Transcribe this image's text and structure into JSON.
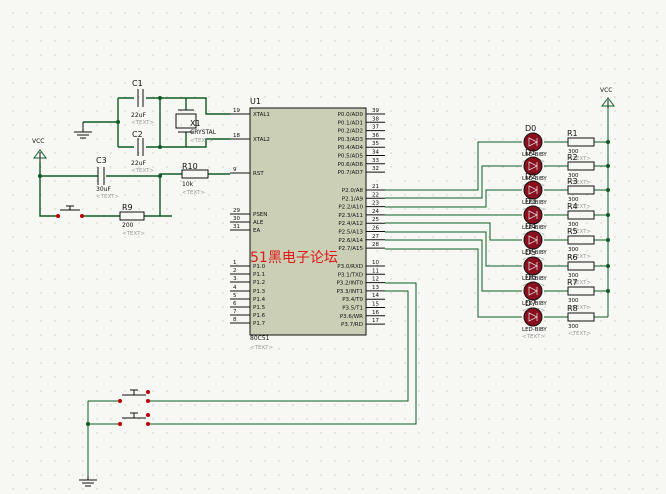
{
  "watermark": "51黑电子论坛",
  "placeholder_text": "<TEXT>",
  "power": {
    "vcc_left": "VCC",
    "vcc_right": "VCC"
  },
  "mcu": {
    "ref": "U1",
    "part": "80C51",
    "left_pins": [
      {
        "num": "19",
        "name": "XTAL1"
      },
      {
        "num": "18",
        "name": "XTAL2"
      },
      {
        "num": "9",
        "name": "RST"
      },
      {
        "num": "29",
        "name": "PSEN"
      },
      {
        "num": "30",
        "name": "ALE"
      },
      {
        "num": "31",
        "name": "EA"
      },
      {
        "num": "1",
        "name": "P1.0"
      },
      {
        "num": "2",
        "name": "P1.1"
      },
      {
        "num": "3",
        "name": "P1.2"
      },
      {
        "num": "4",
        "name": "P1.3"
      },
      {
        "num": "5",
        "name": "P1.4"
      },
      {
        "num": "6",
        "name": "P1.5"
      },
      {
        "num": "7",
        "name": "P1.6"
      },
      {
        "num": "8",
        "name": "P1.7"
      }
    ],
    "right_pins": [
      {
        "num": "39",
        "name": "P0.0/AD0"
      },
      {
        "num": "38",
        "name": "P0.1/AD1"
      },
      {
        "num": "37",
        "name": "P0.2/AD2"
      },
      {
        "num": "36",
        "name": "P0.3/AD3"
      },
      {
        "num": "35",
        "name": "P0.4/AD4"
      },
      {
        "num": "34",
        "name": "P0.5/AD5"
      },
      {
        "num": "33",
        "name": "P0.6/AD6"
      },
      {
        "num": "32",
        "name": "P0.7/AD7"
      },
      {
        "num": "21",
        "name": "P2.0/A8"
      },
      {
        "num": "22",
        "name": "P2.1/A9"
      },
      {
        "num": "23",
        "name": "P2.2/A10"
      },
      {
        "num": "24",
        "name": "P2.3/A11"
      },
      {
        "num": "25",
        "name": "P2.4/A12"
      },
      {
        "num": "26",
        "name": "P2.5/A13"
      },
      {
        "num": "27",
        "name": "P2.6/A14"
      },
      {
        "num": "28",
        "name": "P2.7/A15"
      },
      {
        "num": "10",
        "name": "P3.0/RXD"
      },
      {
        "num": "11",
        "name": "P3.1/TXD"
      },
      {
        "num": "12",
        "name": "P3.2/INT0"
      },
      {
        "num": "13",
        "name": "P3.3/INT1"
      },
      {
        "num": "14",
        "name": "P3.4/T0"
      },
      {
        "num": "15",
        "name": "P3.5/T1"
      },
      {
        "num": "16",
        "name": "P3.6/WR"
      },
      {
        "num": "17",
        "name": "P3.7/RD"
      }
    ]
  },
  "components": {
    "c1": {
      "ref": "C1",
      "value": "22uF"
    },
    "c2": {
      "ref": "C2",
      "value": "22uF"
    },
    "c3": {
      "ref": "C3",
      "value": "30uF"
    },
    "x1": {
      "ref": "X1",
      "value": "CRYSTAL"
    },
    "r10": {
      "ref": "R10",
      "value": "10k"
    },
    "r9": {
      "ref": "R9",
      "value": "200"
    }
  },
  "leds": [
    {
      "ref": "D0",
      "part": "LED-BIBY"
    },
    {
      "ref": "D1",
      "part": "LED-BIBY"
    },
    {
      "ref": "D2",
      "part": "LED-BIBY"
    },
    {
      "ref": "D3",
      "part": "LED-BIBY"
    },
    {
      "ref": "D4",
      "part": "LED-BIBY"
    },
    {
      "ref": "D5",
      "part": "LED-BIBY"
    },
    {
      "ref": "D6",
      "part": "LED-BIBY"
    },
    {
      "ref": "D7",
      "part": "LED-BIBY"
    }
  ],
  "resistors": [
    {
      "ref": "R1",
      "value": "300"
    },
    {
      "ref": "R2",
      "value": "300"
    },
    {
      "ref": "R3",
      "value": "300"
    },
    {
      "ref": "R4",
      "value": "300"
    },
    {
      "ref": "R5",
      "value": "300"
    },
    {
      "ref": "R6",
      "value": "300"
    },
    {
      "ref": "R7",
      "value": "300"
    },
    {
      "ref": "R8",
      "value": "300"
    }
  ],
  "colors": {
    "wire": "#0e5c24",
    "chip_body": "#cbcfb5",
    "led": "#8a0f1f",
    "watermark": "#e01818"
  }
}
